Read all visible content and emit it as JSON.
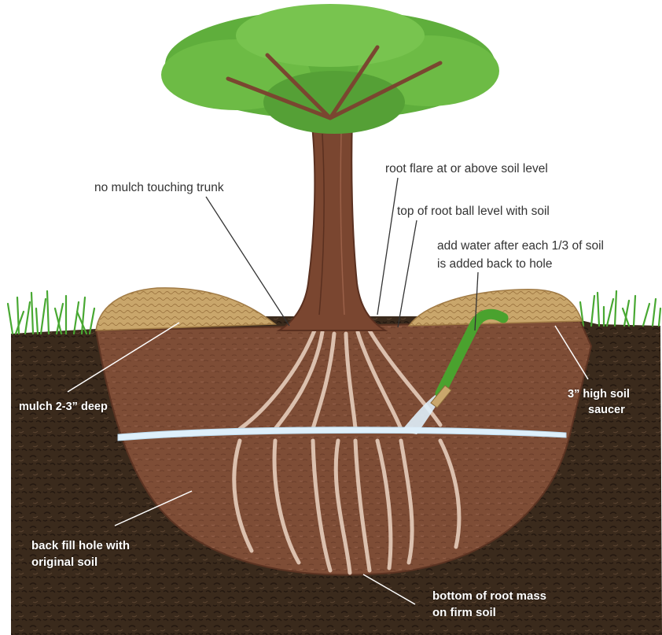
{
  "labels": {
    "no_mulch": "no mulch touching trunk",
    "root_flare": "root flare at or above soil level",
    "root_ball": "top of root ball level with soil",
    "water_line1": "add water after each 1/3 of soil",
    "water_line2": "is added back to hole",
    "mulch": "mulch 2-3” deep",
    "saucer_line1": "3” high soil",
    "saucer_line2": "saucer",
    "backfill_line1": "back fill hole with",
    "backfill_line2": "original soil",
    "bottom_line1": "bottom of root mass",
    "bottom_line2": "on firm soil"
  },
  "colors": {
    "soil_dark": "#3a2a1c",
    "soil_fill": "#7a4a33",
    "mulch": "#c9a66b",
    "trunk": "#7a4630",
    "leaves": "#5fae3c",
    "grass": "#48a832",
    "water": "#dff0fb",
    "hose": "#4aa22e"
  }
}
